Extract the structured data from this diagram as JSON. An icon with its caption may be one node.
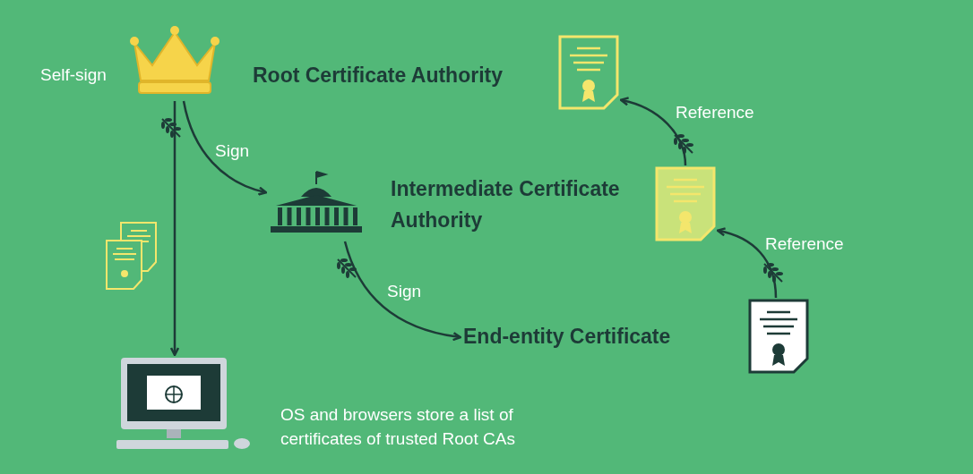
{
  "diagram": {
    "nodes": [
      {
        "text": [
          "Root Certificate Authority"
        ],
        "beside": [
          "Self-sign"
        ]
      },
      {
        "text": [
          "Intermediate Certificate Authority"
        ]
      },
      {
        "text": [
          "End-entity Certificate"
        ]
      },
      {
        "text": [
          "OS and browsers store a list of certificates of trusted Root CAs"
        ]
      },
      {
        "text": [],
        "shape": "document"
      },
      {
        "text": [],
        "shape": "document"
      },
      {
        "text": [],
        "shape": "document"
      }
    ],
    "edges": [
      {
        "from": 0,
        "to": 1,
        "label": "Sign",
        "arrow": "to"
      },
      {
        "from": 1,
        "to": 2,
        "label": "Sign",
        "arrow": "to"
      },
      {
        "from": 0,
        "to": 3,
        "arrow": "to"
      },
      {
        "from": 6,
        "to": 5,
        "label": "Reference",
        "arrow": "to"
      },
      {
        "from": 5,
        "to": 4,
        "label": "Reference",
        "arrow": "to"
      }
    ]
  }
}
